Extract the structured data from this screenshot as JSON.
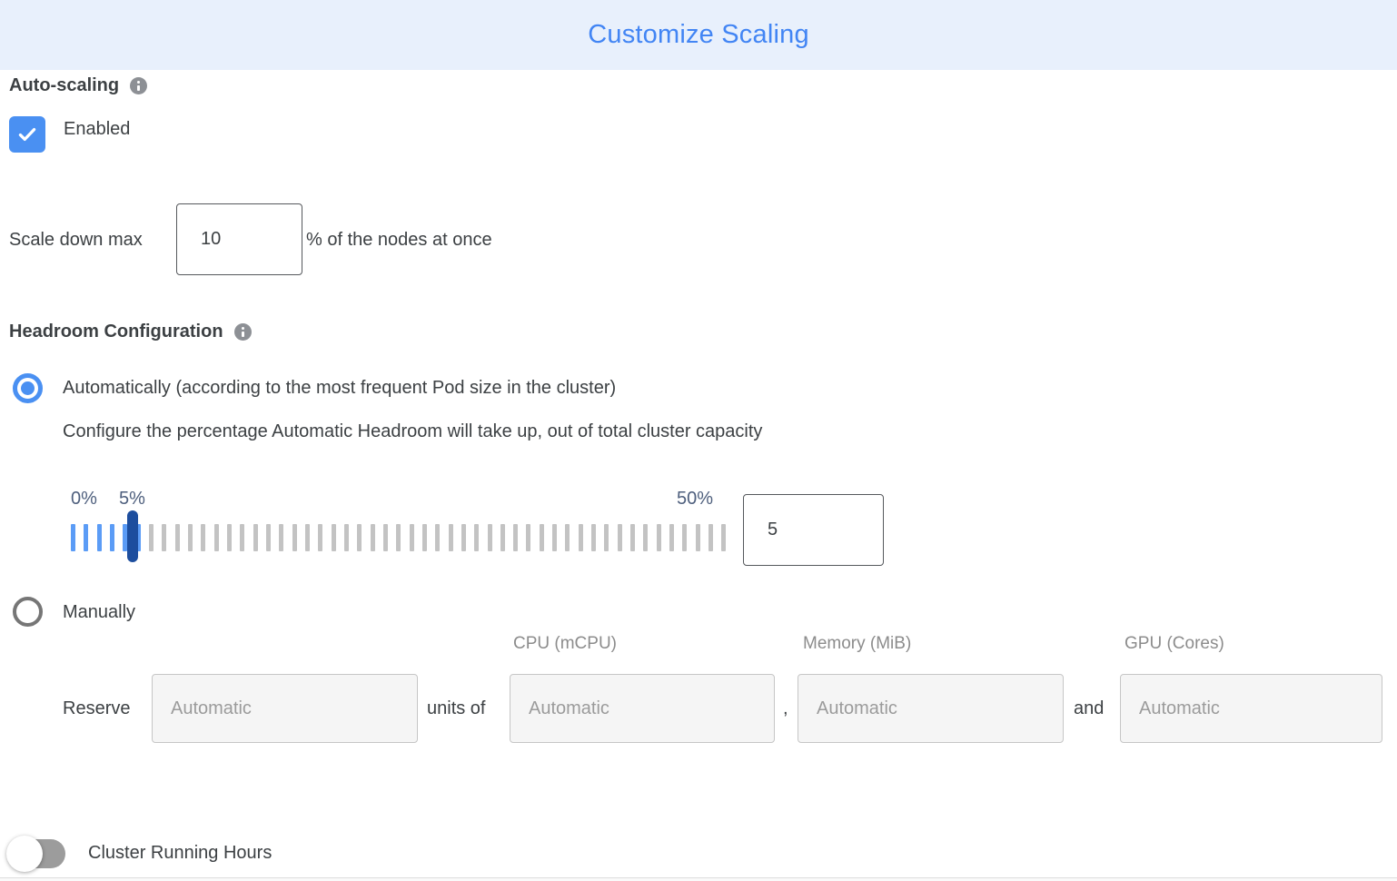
{
  "header": {
    "title": "Customize Scaling"
  },
  "auto_scaling": {
    "label": "Auto-scaling",
    "enabled_label": "Enabled",
    "checkbox_checked": true,
    "scale_down": {
      "prefix": "Scale down max",
      "value": "10",
      "suffix": "% of the nodes at once"
    }
  },
  "headroom": {
    "label": "Headroom Configuration",
    "auto_option": "Automatically (according to the most frequent Pod size in the cluster)",
    "auto_selected": true,
    "auto_description": "Configure the percentage Automatic Headroom will take up, out of total cluster capacity",
    "slider": {
      "min_label": "0%",
      "current_label": "5%",
      "max_label": "50%",
      "value": "5",
      "tick_count": 51,
      "active_ticks": 6
    },
    "manual_option": "Manually",
    "manual_selected": false,
    "manual": {
      "reserve_label": "Reserve",
      "units_of_label": "units of",
      "comma": ",",
      "and_label": "and",
      "columns": [
        "CPU (mCPU)",
        "Memory (MiB)",
        "GPU (Cores)"
      ],
      "placeholder": "Automatic"
    }
  },
  "cluster_running_hours": {
    "label": "Cluster Running Hours",
    "toggle_on": false
  },
  "colors": {
    "accent_blue": "#4285f4",
    "control_blue": "#4a90f2",
    "tick_active": "#5b9cf6",
    "tick_inactive": "#c3c3c3",
    "handle_navy": "#1d4e9e",
    "header_bg": "#e8f0fc",
    "slider_label": "#4e5f7d"
  }
}
